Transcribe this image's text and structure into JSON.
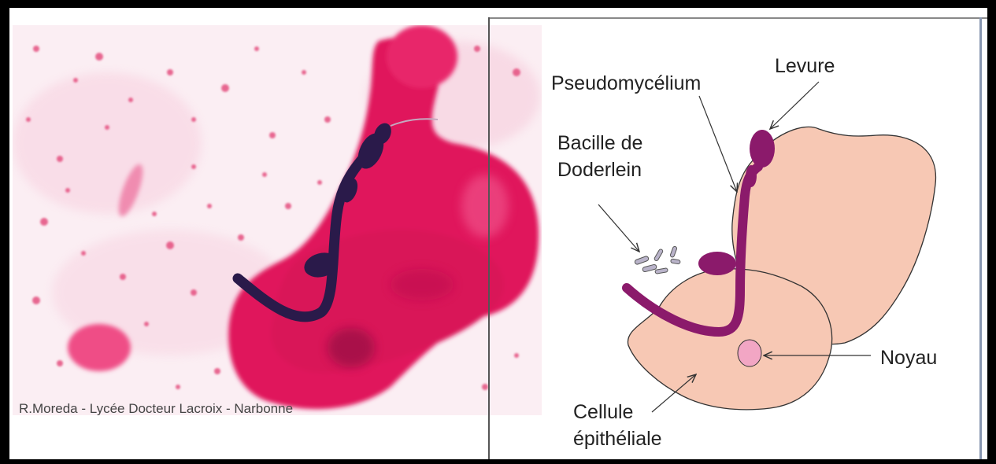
{
  "photo": {
    "credit": "R.Moreda - Lycée Docteur Lacroix - Narbonne"
  },
  "diagram": {
    "labels": {
      "levure": "Levure",
      "pseudomycelium": "Pseudomycélium",
      "bacille_line1": "Bacille de",
      "bacille_line2": "Doderlein",
      "noyau": "Noyau",
      "cellule_line1": "Cellule",
      "cellule_line2": "épithéliale"
    },
    "colors": {
      "cell_fill": "#f7c8b4",
      "nucleus_fill": "#f2a6c4",
      "fungus_fill": "#8b1a6b",
      "bacilli_fill": "#b9b3c9",
      "stain_pink": "#e0195c",
      "stain_dark": "#2a1a4a"
    }
  }
}
